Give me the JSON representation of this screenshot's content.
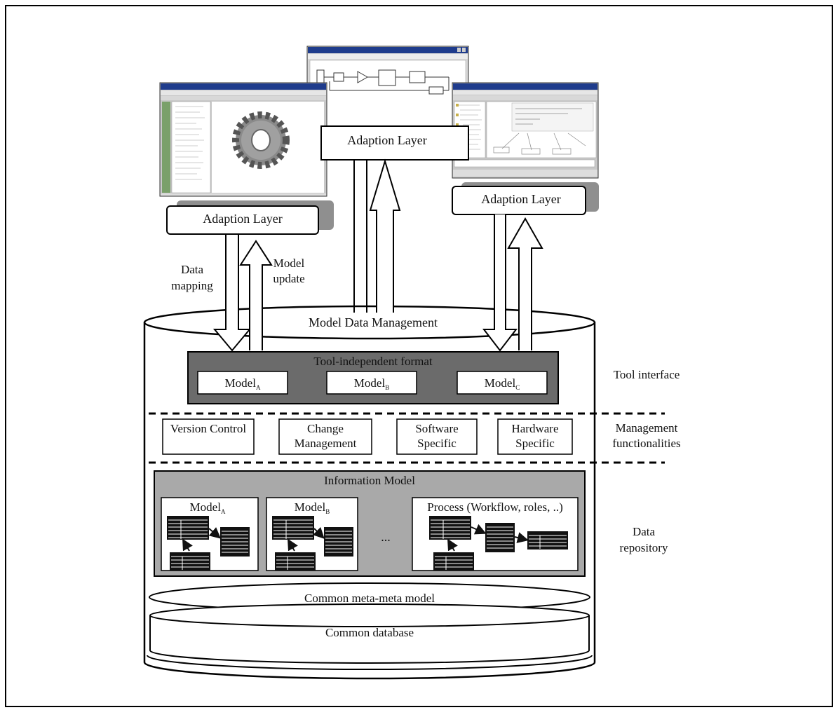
{
  "labels": {
    "adaption_layer_top": "Adaption Layer",
    "adaption_layer_left": "Adaption Layer",
    "adaption_layer_right": "Adaption Layer",
    "data_mapping_1": "Data",
    "data_mapping_2": "mapping",
    "model_update_1": "Model",
    "model_update_2": "update",
    "model_data_management": "Model Data Management",
    "tool_independent_format": "Tool-independent format",
    "model_base": "Model",
    "sub_a": "A",
    "sub_b": "B",
    "sub_c": "C",
    "version_control": "Version Control",
    "change_1": "Change",
    "change_2": "Management",
    "software_1": "Software",
    "software_2": "Specific",
    "hardware_1": "Hardware",
    "hardware_2": "Specific",
    "information_model": "Information Model",
    "ellipsis": "...",
    "process": "Process (Workflow, roles, ..)",
    "common_meta_meta_model": "Common meta-meta model",
    "common_database": "Common database"
  },
  "side_labels": {
    "tool_interface": "Tool interface",
    "management_1": "Management",
    "management_2": "functionalities",
    "data_repository_1": "Data",
    "data_repository_2": "repository"
  },
  "colors": {
    "dark_gray_panel": "#6b6b6b",
    "light_gray_panel": "#a9a9a9",
    "shadow_gray": "#8f8f8f",
    "window_blue": "#1f3c8c",
    "window_light": "#e6e6e6"
  },
  "icons": [
    "gear-icon",
    "table-icon",
    "block-diagram-icon",
    "tree-view-icon"
  ]
}
